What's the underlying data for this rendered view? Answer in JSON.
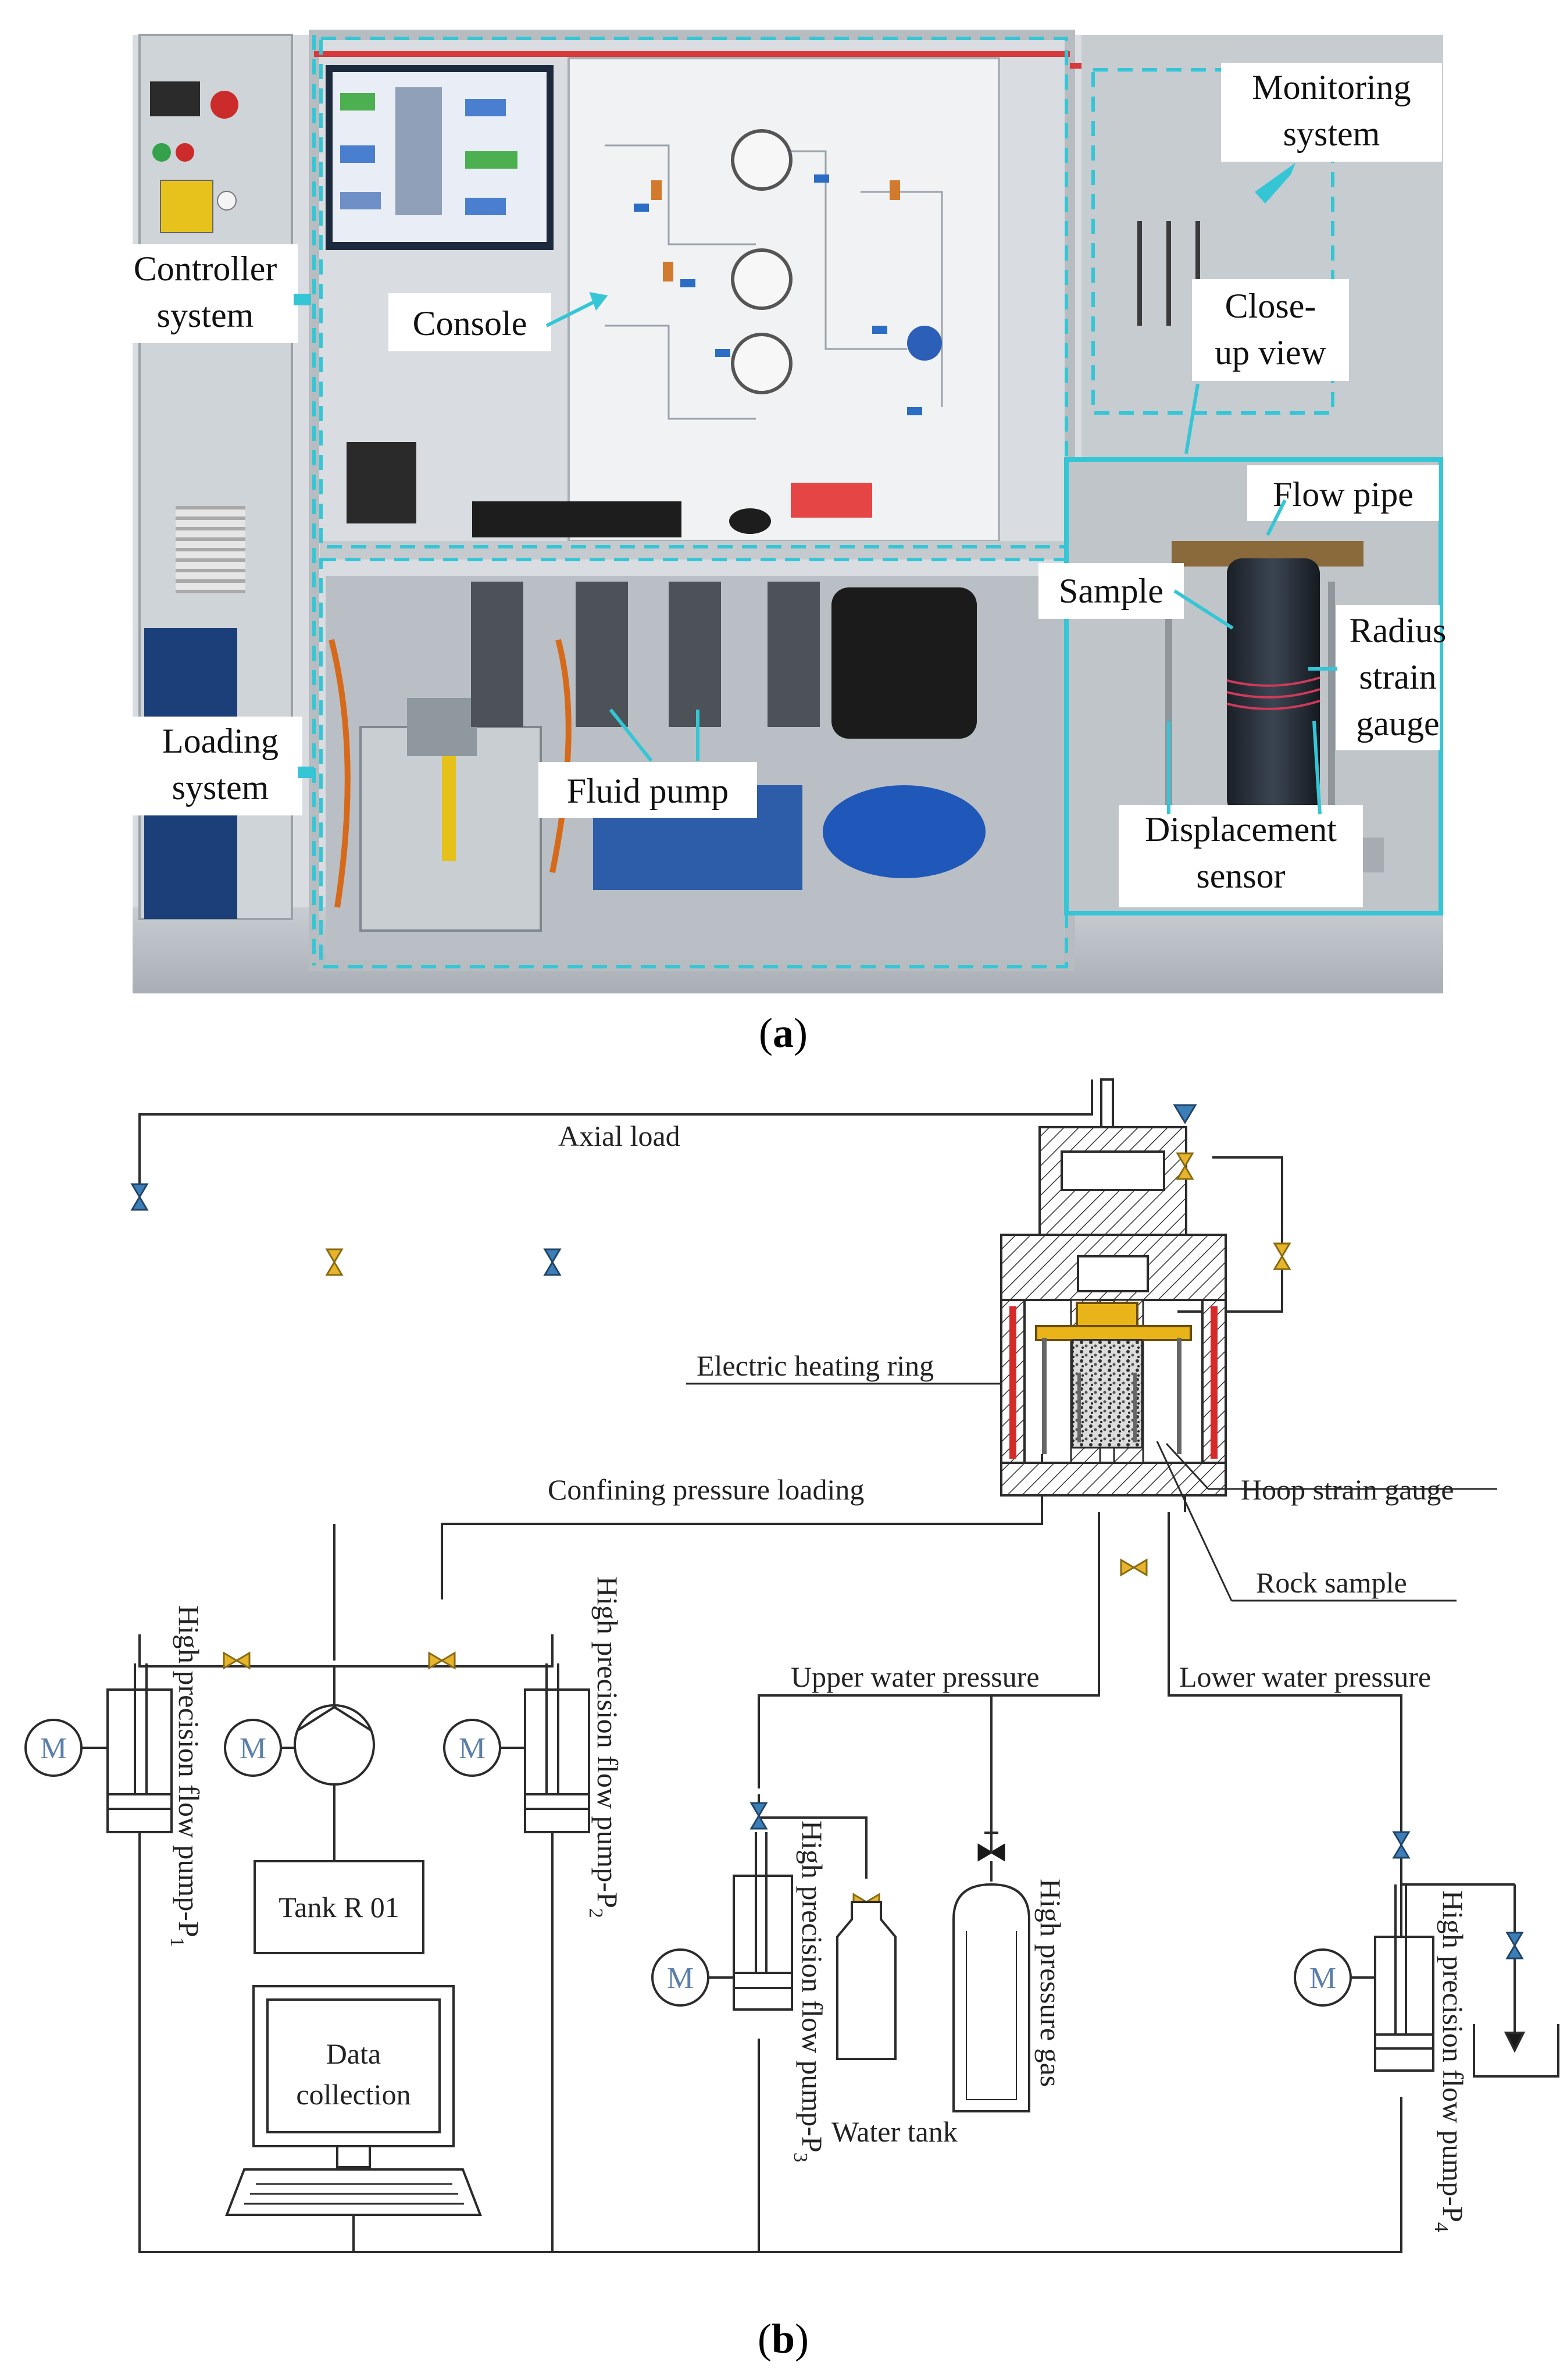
{
  "panel_a": {
    "caption_open": "(",
    "caption_letter": "a",
    "caption_close": ")",
    "labels": {
      "monitoring_1": "Monitoring",
      "monitoring_2": "system",
      "controller_1": "Controller",
      "controller_2": "system",
      "console": "Console",
      "closeup_1": "Close-",
      "closeup_2": "up view",
      "flow_pipe": "Flow pipe",
      "sample": "Sample",
      "radius_1": "Radius",
      "radius_2": "strain",
      "radius_3": "gauge",
      "loading_1": "Loading",
      "loading_2": "system",
      "fluid_pump": "Fluid pump",
      "displacement_1": "Displacement",
      "displacement_2": "sensor"
    },
    "colors": {
      "callout": "#35c6d6",
      "frame_red": "#d8393b"
    }
  },
  "panel_b": {
    "caption_open": "(",
    "caption_letter": "b",
    "caption_close": ")",
    "labels": {
      "axial_load": "Axial load",
      "heating_ring": "Electric heating ring",
      "confining": "Confining pressure loading",
      "hoop_gauge": "Hoop strain gauge",
      "rock_sample": "Rock sample",
      "upper_water": "Upper water pressure",
      "lower_water": "Lower water pressure",
      "motor": "M",
      "tank": "Tank R 01",
      "data_1": "Data",
      "data_2": "collection",
      "water_tank": "Water tank",
      "hp_gas": "High pressure gas",
      "pump_text": "High precision flow pump-P",
      "p1_sub": "1",
      "p2_sub": "2",
      "p3_sub": "3",
      "p4_sub": "4"
    },
    "colors": {
      "valve_yellow": "#e6b52c",
      "valve_blue": "#3c7fb8",
      "heater_red": "#d42a2a",
      "seal_yellow": "#e8b41a"
    }
  }
}
